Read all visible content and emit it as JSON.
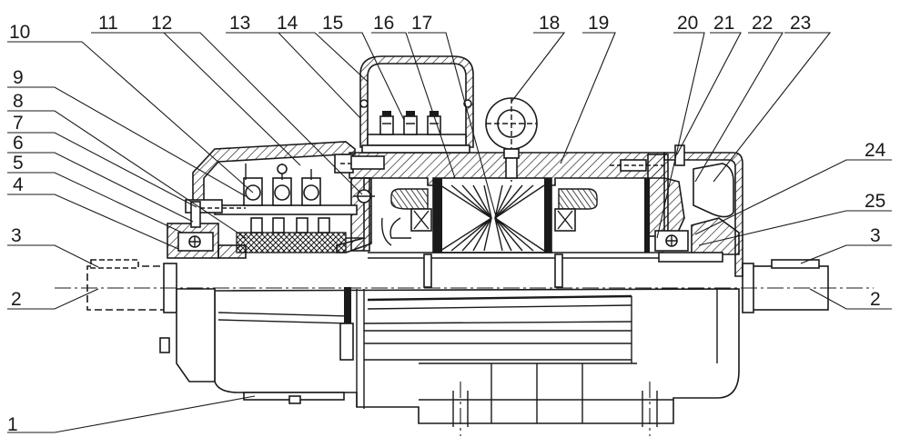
{
  "callouts": [
    {
      "id": "1",
      "label": "1"
    },
    {
      "id": "2L",
      "label": "2"
    },
    {
      "id": "2R",
      "label": "2"
    },
    {
      "id": "3L",
      "label": "3"
    },
    {
      "id": "3R",
      "label": "3"
    },
    {
      "id": "4",
      "label": "4"
    },
    {
      "id": "5",
      "label": "5"
    },
    {
      "id": "6",
      "label": "6"
    },
    {
      "id": "7",
      "label": "7"
    },
    {
      "id": "8",
      "label": "8"
    },
    {
      "id": "9",
      "label": "9"
    },
    {
      "id": "10",
      "label": "10"
    },
    {
      "id": "11",
      "label": "11"
    },
    {
      "id": "12",
      "label": "12"
    },
    {
      "id": "13",
      "label": "13"
    },
    {
      "id": "14",
      "label": "14"
    },
    {
      "id": "15",
      "label": "15"
    },
    {
      "id": "16",
      "label": "16"
    },
    {
      "id": "17",
      "label": "17"
    },
    {
      "id": "18",
      "label": "18"
    },
    {
      "id": "19",
      "label": "19"
    },
    {
      "id": "20",
      "label": "20"
    },
    {
      "id": "21",
      "label": "21"
    },
    {
      "id": "22",
      "label": "22"
    },
    {
      "id": "23",
      "label": "23"
    },
    {
      "id": "24",
      "label": "24"
    },
    {
      "id": "25",
      "label": "25"
    }
  ]
}
